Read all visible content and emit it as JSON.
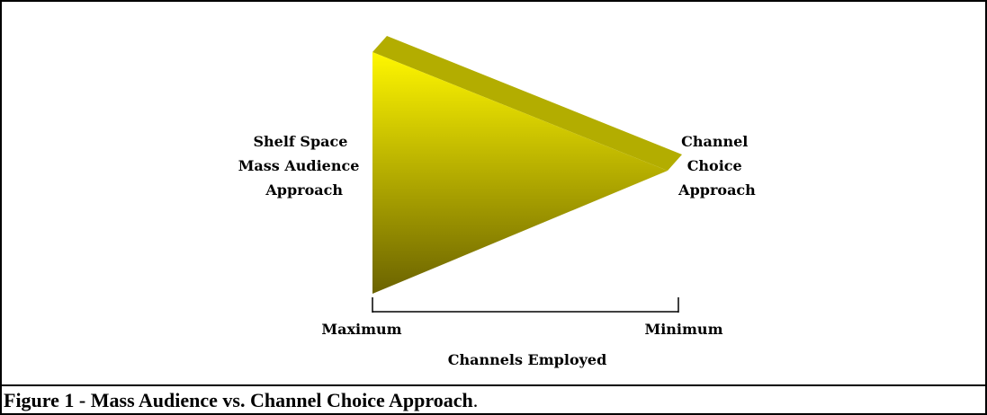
{
  "diagram": {
    "left_label": [
      "Shelf Space",
      "Mass Audience",
      "Approach"
    ],
    "right_label": [
      "Channel",
      "Choice",
      "Approach"
    ],
    "axis": {
      "min_end_label": "Maximum",
      "max_end_label": "Minimum",
      "title": "Channels Employed"
    },
    "colors": {
      "face_top": "#fff700",
      "face_bottom": "#6b6300",
      "bevel": "#b3ad00",
      "bevel_light": "#cfc600"
    }
  },
  "caption": {
    "prefix": "Figure 1 - ",
    "title": "Mass Audience vs. Channel Choice Approach",
    "suffix": "."
  }
}
